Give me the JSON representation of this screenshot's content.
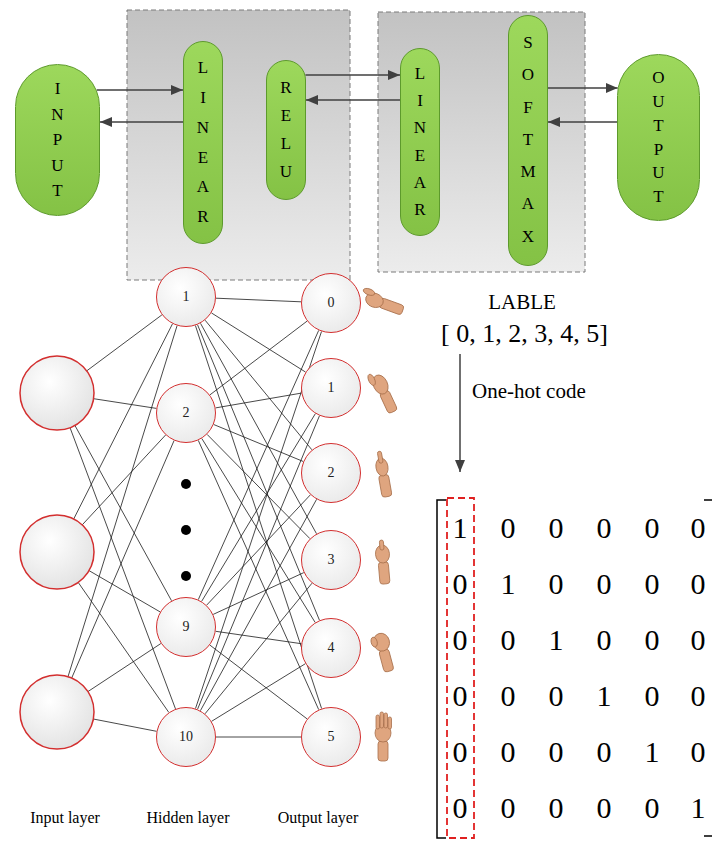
{
  "diagram": {
    "nodes": [
      {
        "text": [
          "INPUT"
        ]
      },
      {
        "text": [
          "LINEAR"
        ]
      },
      {
        "text": [
          "RELU"
        ]
      },
      {
        "text": [
          "LINEAR"
        ]
      },
      {
        "text": [
          "SOFTMAX"
        ]
      },
      {
        "text": [
          "OUTPUT"
        ]
      },
      {
        "text": [
          "1"
        ]
      },
      {
        "text": [
          "2"
        ]
      },
      {
        "text": [
          "9"
        ]
      },
      {
        "text": [
          "10"
        ]
      },
      {
        "text": [
          "0"
        ]
      },
      {
        "text": [
          "1"
        ]
      },
      {
        "text": [
          "2"
        ]
      },
      {
        "text": [
          "3"
        ]
      },
      {
        "text": [
          "4"
        ]
      },
      {
        "text": [
          "5"
        ]
      }
    ],
    "edges": [
      {
        "from": 0,
        "to": 1,
        "arrow": "to"
      },
      {
        "from": 1,
        "to": 0,
        "arrow": "to"
      },
      {
        "from": 2,
        "to": 3,
        "arrow": "to"
      },
      {
        "from": 3,
        "to": 2,
        "arrow": "to"
      },
      {
        "from": 4,
        "to": 5,
        "arrow": "to"
      },
      {
        "from": 5,
        "to": 4,
        "arrow": "to"
      },
      {
        "from": 6,
        "to": 10,
        "arrow": "none"
      },
      {
        "from": 6,
        "to": 11,
        "arrow": "none"
      },
      {
        "from": 6,
        "to": 12,
        "arrow": "none"
      },
      {
        "from": 6,
        "to": 13,
        "arrow": "none"
      },
      {
        "from": 6,
        "to": 14,
        "arrow": "none"
      },
      {
        "from": 6,
        "to": 15,
        "arrow": "none"
      },
      {
        "from": 7,
        "to": 10,
        "arrow": "none"
      },
      {
        "from": 7,
        "to": 11,
        "arrow": "none"
      },
      {
        "from": 7,
        "to": 12,
        "arrow": "none"
      },
      {
        "from": 7,
        "to": 13,
        "arrow": "none"
      },
      {
        "from": 7,
        "to": 14,
        "arrow": "none"
      },
      {
        "from": 7,
        "to": 15,
        "arrow": "none"
      },
      {
        "from": 8,
        "to": 10,
        "arrow": "none"
      },
      {
        "from": 8,
        "to": 11,
        "arrow": "none"
      },
      {
        "from": 8,
        "to": 12,
        "arrow": "none"
      },
      {
        "from": 8,
        "to": 13,
        "arrow": "none"
      },
      {
        "from": 8,
        "to": 14,
        "arrow": "none"
      },
      {
        "from": 8,
        "to": 15,
        "arrow": "none"
      },
      {
        "from": 9,
        "to": 10,
        "arrow": "none"
      },
      {
        "from": 9,
        "to": 11,
        "arrow": "none"
      },
      {
        "from": 9,
        "to": 12,
        "arrow": "none"
      },
      {
        "from": 9,
        "to": 13,
        "arrow": "none"
      },
      {
        "from": 9,
        "to": 14,
        "arrow": "none"
      },
      {
        "from": 9,
        "to": 15,
        "arrow": "none"
      }
    ],
    "labels": [
      "Input layer",
      "Hidden layer",
      "Output layer",
      "LABLE",
      "[ 0, 1, 2, 3, 4, 5]",
      "One-hot code",
      "1",
      "0",
      "0",
      "0",
      "0",
      "0",
      "0",
      "1",
      "0",
      "0",
      "0",
      "0",
      "0",
      "0",
      "1",
      "0",
      "0",
      "0",
      "0",
      "0",
      "0",
      "1",
      "0",
      "0",
      "0",
      "0",
      "0",
      "0",
      "1",
      "0",
      "0",
      "0",
      "0",
      "0",
      "0",
      "1"
    ]
  }
}
